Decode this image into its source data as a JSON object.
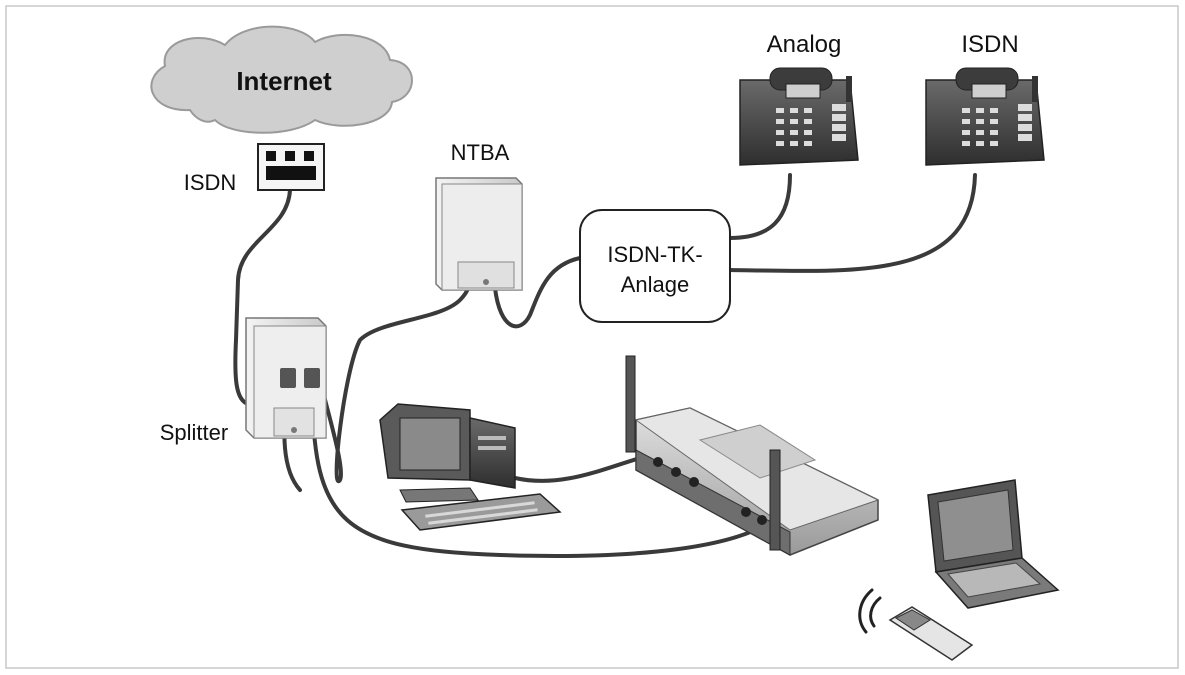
{
  "diagram": {
    "labels": {
      "internet": "Internet",
      "isdn_socket": "ISDN",
      "ntba": "NTBA",
      "splitter": "Splitter",
      "tk_line1": "ISDN-TK-",
      "tk_line2": "Anlage",
      "analog": "Analog",
      "isdn_phone": "ISDN"
    },
    "colors": {
      "cable": "#3a3a3a",
      "device_light": "#ececec",
      "device_mid": "#bdbdbd",
      "device_dark": "#555555",
      "cloud": "#cfcfcf"
    }
  }
}
